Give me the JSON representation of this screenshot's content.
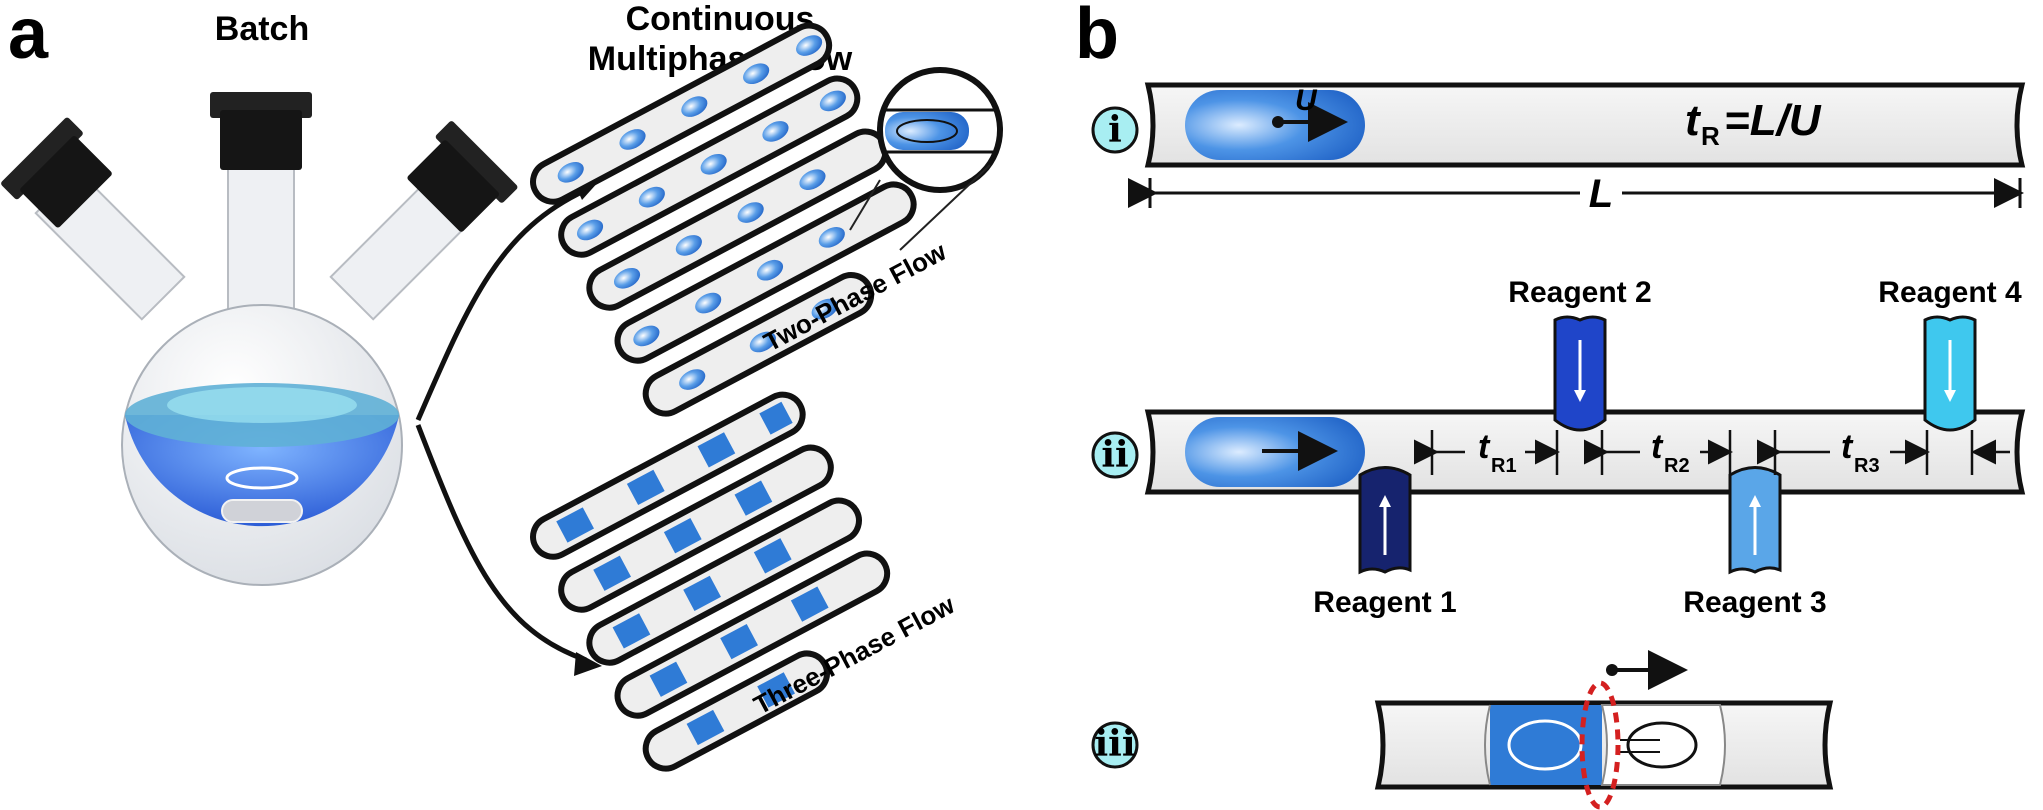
{
  "panel_a": {
    "letter": "a",
    "batch_title": "Batch",
    "flow_title_line1": "Continuous",
    "flow_title_line2": "Multiphase Flow",
    "two_phase_label": "Two-Phase Flow",
    "three_phase_label": "Three-Phase Flow"
  },
  "panel_b": {
    "letter": "b",
    "row_i": {
      "numeral": "i",
      "velocity": "U",
      "formula_t": "t",
      "formula_sub": "R",
      "formula_rhs": "=L/U",
      "length_label": "L"
    },
    "row_ii": {
      "numeral": "ii",
      "reagents": [
        "Reagent 1",
        "Reagent 2",
        "Reagent 3",
        "Reagent 4"
      ],
      "intervals": [
        {
          "t": "t",
          "sub": "R1"
        },
        {
          "t": "t",
          "sub": "R2"
        },
        {
          "t": "t",
          "sub": "R3"
        }
      ]
    },
    "row_iii": {
      "numeral": "iii"
    }
  },
  "colors": {
    "blue_mid": "#2f7bd6",
    "blue_light": "#8cc3f2",
    "reagent1": "#16236e",
    "reagent2": "#1f45c9",
    "reagent3": "#5aa6e8",
    "reagent4": "#3fc8ee",
    "numeral_circle": "#a8eef2",
    "tube_fill": "#eeeeee",
    "red_dashed": "#d42020"
  }
}
